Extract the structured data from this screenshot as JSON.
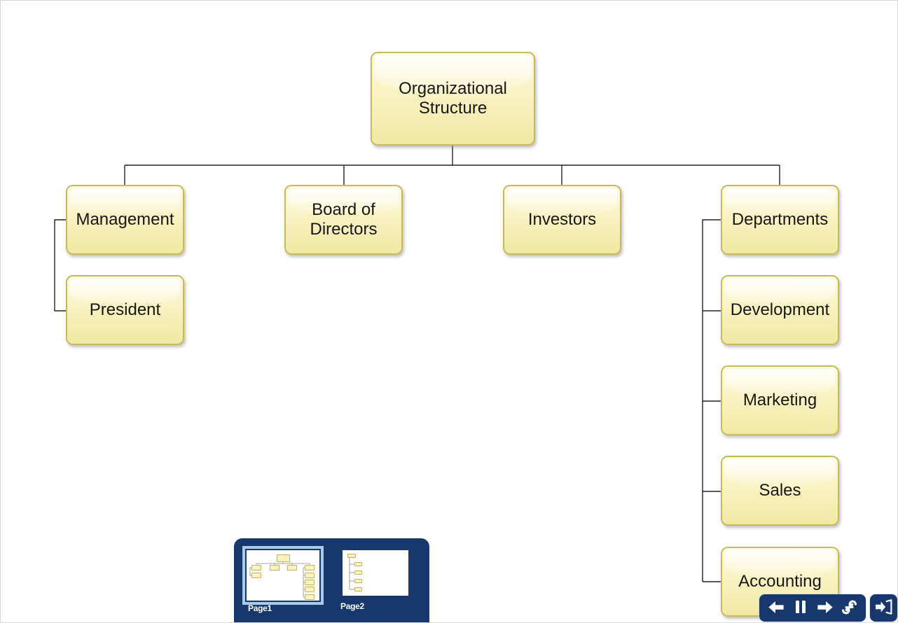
{
  "app": {
    "mode": "presentation-view"
  },
  "org_chart": {
    "title_node": "Organizational Structure",
    "nodes": [
      {
        "id": "root",
        "label": "Organizational Structure"
      },
      {
        "id": "management",
        "label": "Management"
      },
      {
        "id": "board",
        "label": "Board of Directors"
      },
      {
        "id": "investors",
        "label": "Investors"
      },
      {
        "id": "departments",
        "label": "Departments"
      },
      {
        "id": "president",
        "label": "President"
      },
      {
        "id": "development",
        "label": "Development"
      },
      {
        "id": "marketing",
        "label": "Marketing"
      },
      {
        "id": "sales",
        "label": "Sales"
      },
      {
        "id": "accounting",
        "label": "Accounting"
      }
    ],
    "hierarchy": {
      "root": [
        "management",
        "board",
        "investors",
        "departments"
      ],
      "management": [
        "president"
      ],
      "departments": [
        "development",
        "marketing",
        "sales",
        "accounting"
      ]
    },
    "colors": {
      "node_fill_top": "#FEFBE4",
      "node_fill_bottom": "#F1E8A3",
      "node_border": "#C9B95A",
      "node_text": "#161616",
      "connector": "#222222"
    }
  },
  "page_navigator": {
    "pages": [
      {
        "label": "Page1",
        "selected": true
      },
      {
        "label": "Page2",
        "selected": false
      }
    ],
    "colors": {
      "panel": "#17376D",
      "selection_border": "#A8CBE8",
      "thumb_background": "#FFFFFF"
    }
  },
  "toolbar": {
    "buttons": [
      {
        "name": "previous-page",
        "icon": "left-arrow-icon"
      },
      {
        "name": "pause-slideshow",
        "icon": "pause-icon"
      },
      {
        "name": "next-page",
        "icon": "right-arrow-icon"
      },
      {
        "name": "settings",
        "icon": "wrench-icon"
      }
    ],
    "exit_button": {
      "name": "exit-presentation",
      "icon": "exit-icon"
    },
    "colors": {
      "background": "#17376D",
      "icon": "#FFFFFF"
    }
  }
}
